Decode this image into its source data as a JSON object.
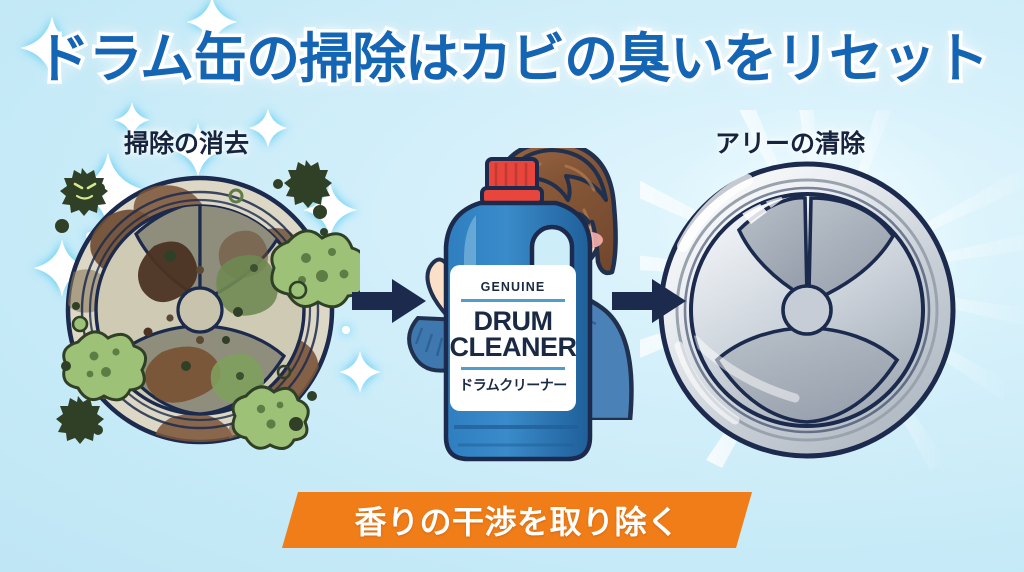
{
  "background": {
    "color": "#cdeef8",
    "glow_color": "#e6f7fd"
  },
  "header": {
    "title": "ドラム缶の掃除はカビの臭いをリセット",
    "title_color": "#1565b5",
    "title_outline_color": "#ffffff"
  },
  "panels": {
    "before": {
      "caption": "掃除の消去",
      "caption_color": "#16243f",
      "drum_base_color": "#d9d4c0",
      "stain_brown": "#7a5437",
      "stain_dark_brown": "#4b3323",
      "mold_green": "#87a86a",
      "germ_color": "#2f4026"
    },
    "after": {
      "caption": "アリーの清除",
      "caption_color": "#16243f",
      "drum_metal_light": "#eef1f4",
      "drum_metal_mid": "#c2c9d1",
      "drum_metal_dark": "#9aa3ad",
      "sparkle_color": "#ffffff",
      "sparkle_glow": "#43c8f5"
    }
  },
  "product": {
    "cap_color": "#e8453c",
    "bottle_color": "#2f7fc0",
    "bottle_dark": "#1f5f99",
    "label_bg": "#ffffff",
    "label_line1": "GENUINE",
    "label_line2": "DRUM",
    "label_line3": "CLEANER",
    "label_line4": "ドラムクリーナー",
    "label_text_color": "#1b2a44",
    "label_rule_color": "#4e9dcd"
  },
  "arrows": {
    "color": "#1b2a4d",
    "first": "arrow-right",
    "second": "arrow-right"
  },
  "banner": {
    "text": "香りの干渉を取り除く",
    "bg_color": "#f07d18",
    "text_color": "#ffffff"
  },
  "character": {
    "name": "smiling-woman-waving",
    "hair_color": "#8a5a3b",
    "skin_color": "#fbe0c8",
    "cardigan_color": "#4a82b8",
    "shirt_color": "#ffffff",
    "blush_color": "#f6b0ae",
    "outline_color": "#20304d"
  }
}
